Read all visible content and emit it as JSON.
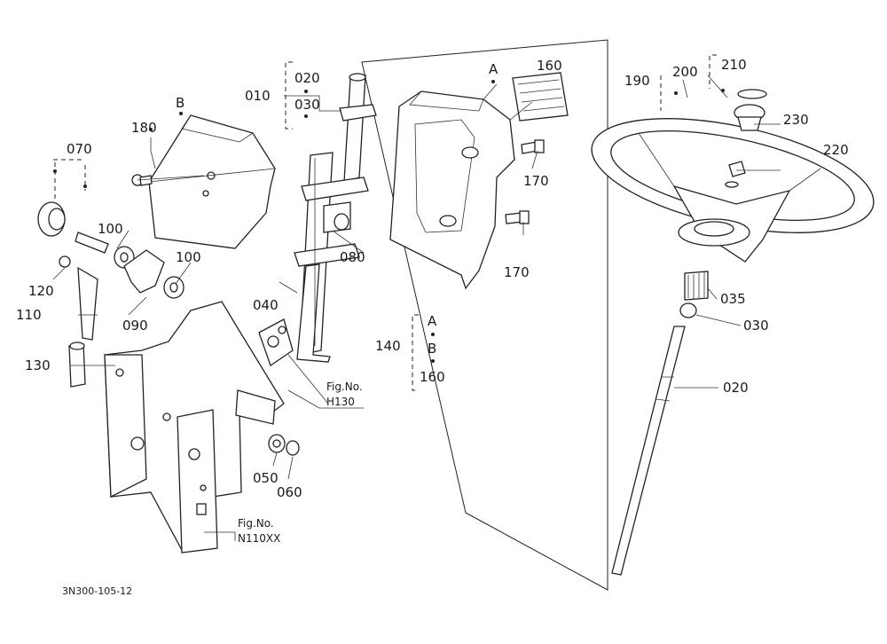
{
  "callouts": {
    "p010": "010",
    "p020a": "020",
    "p030a": "030",
    "p020b": "020",
    "p030b": "030",
    "p035": "035",
    "p040": "040",
    "p050": "050",
    "p060": "060",
    "p070": "070",
    "p080": "080",
    "p090": "090",
    "p100a": "100",
    "p100b": "100",
    "p110": "110",
    "p120": "120",
    "p130": "130",
    "p140": "140",
    "p160a": "160",
    "p160b": "160",
    "p170a": "170",
    "p170b": "170",
    "p180": "180",
    "p190": "190",
    "p200": "200",
    "p210": "210",
    "p220": "220",
    "p230": "230"
  },
  "letters": {
    "a1": "A",
    "b1": "B",
    "a2": "A",
    "b2": "B"
  },
  "refs": {
    "h130_fig": "Fig.No.",
    "h130_num": "H130",
    "n110_fig": "Fig.No.",
    "n110_num": "N110XX"
  },
  "drawing_code": "3N300-105-12",
  "icons": [
    "steering-wheel",
    "steering-column",
    "column-cover",
    "dash-panel",
    "tilt-lever",
    "bracket-frame"
  ]
}
